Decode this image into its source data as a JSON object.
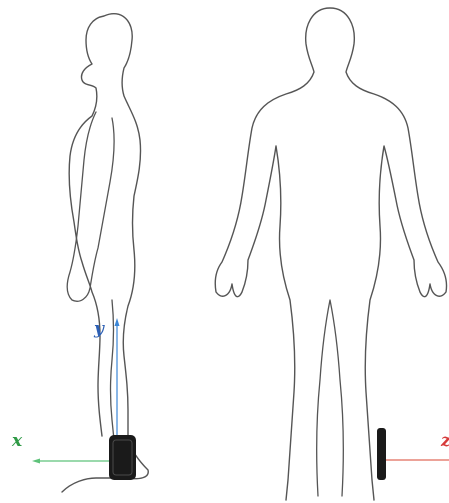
{
  "figure": {
    "side_view": {
      "axis_y_label": "y",
      "axis_x_label": "x"
    },
    "front_view": {
      "axis_z_label": "z"
    }
  },
  "colors": {
    "outline": "#555555",
    "axis_y": "#3b86d6",
    "axis_x": "#5ec27a",
    "axis_z": "#e06a5a",
    "label_y": "#2c5fb4",
    "label_x": "#2f9a46",
    "label_z": "#d63a3a",
    "device": "#1a1a1a"
  }
}
